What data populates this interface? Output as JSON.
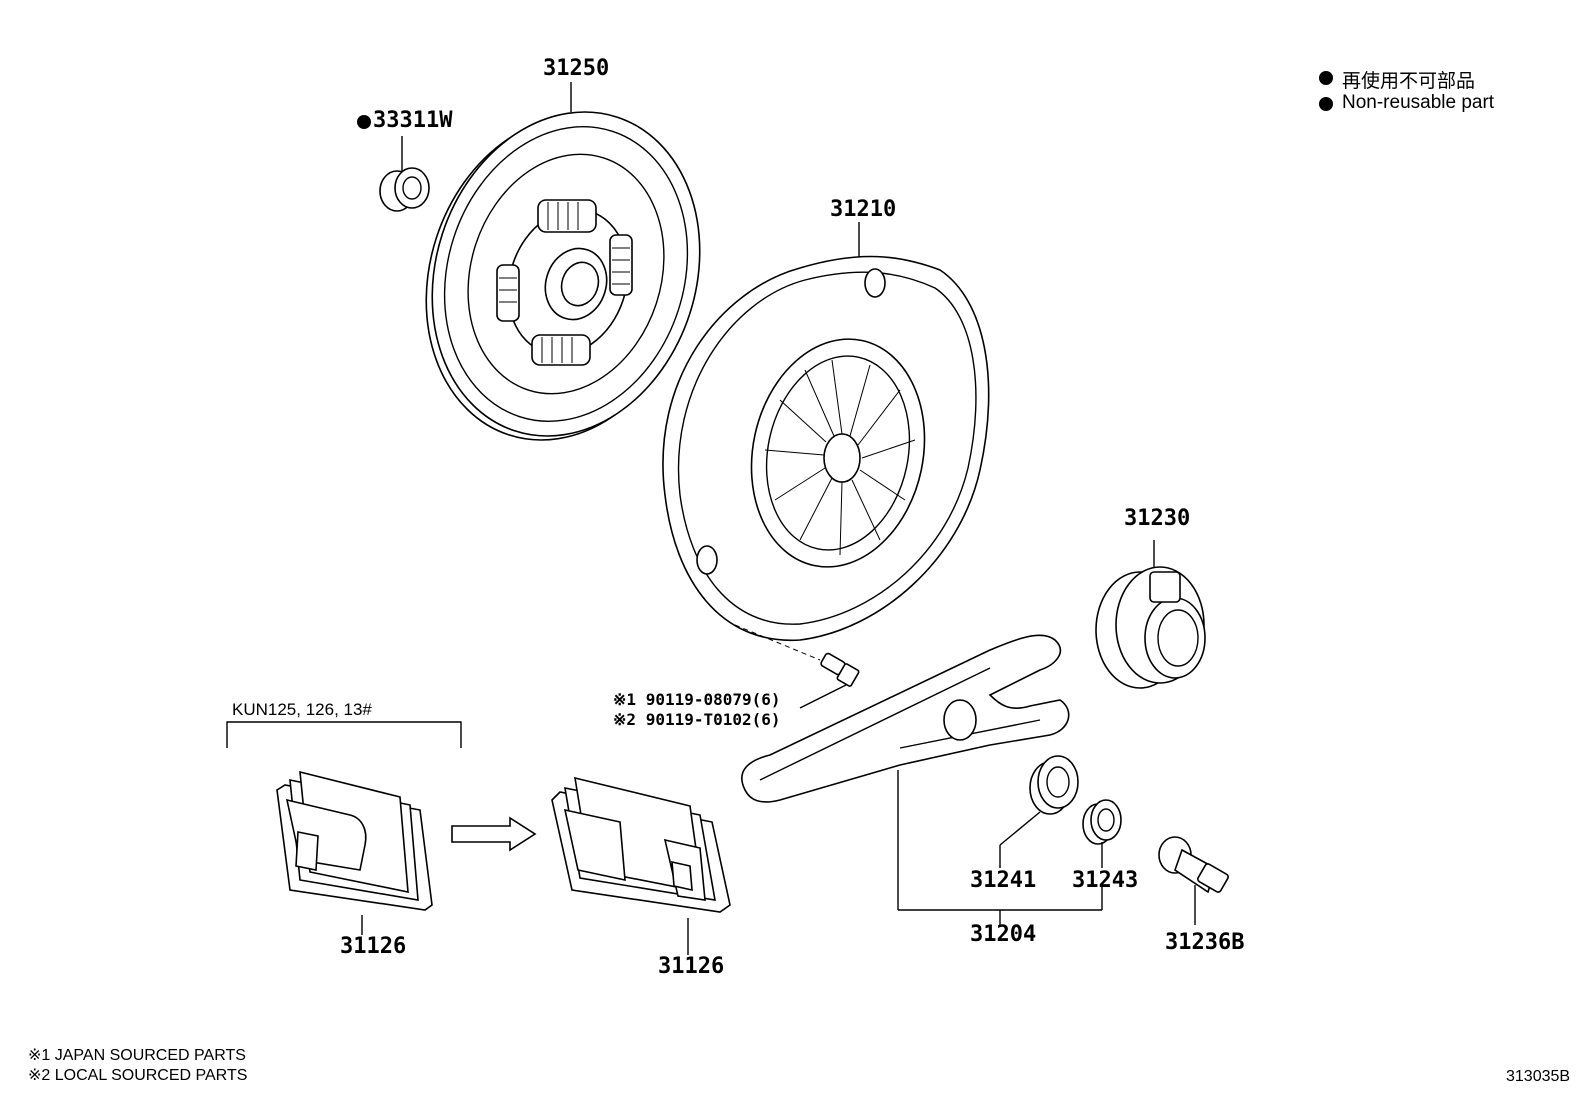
{
  "legend": {
    "items": [
      {
        "label": "再使用不可部品"
      },
      {
        "label": "Non-reusable part"
      }
    ]
  },
  "parts": {
    "p33311w": "33311W",
    "p31250": "31250",
    "p31210": "31210",
    "p31230": "31230",
    "p31241": "31241",
    "p31243": "31243",
    "p31204": "31204",
    "p31236b": "31236B",
    "p31126a": "31126",
    "p31126b": "31126"
  },
  "bolt_notes": {
    "line1_mark": "※1",
    "line1": "90119-08079(6)",
    "line2_mark": "※2",
    "line2": "90119-T0102(6)"
  },
  "model_note": "KUN125, 126, 13#",
  "footnotes": {
    "f1": "※1 JAPAN SOURCED PARTS",
    "f2": "※2 LOCAL SOURCED PARTS"
  },
  "figure_id": "313035B"
}
